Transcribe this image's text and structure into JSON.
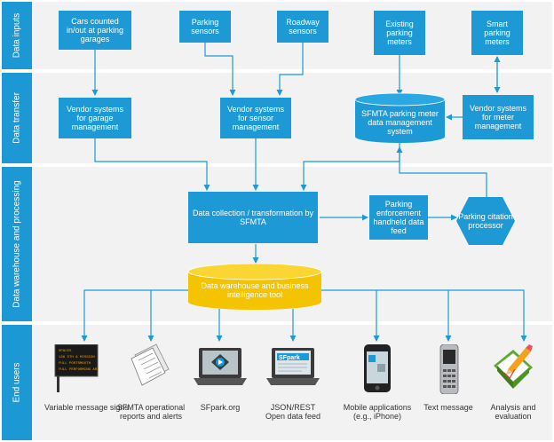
{
  "lanes": [
    {
      "label": "Data inputs"
    },
    {
      "label": "Data transfer"
    },
    {
      "label": "Data warehouse and processing"
    },
    {
      "label": "End users"
    }
  ],
  "inputs": {
    "cars_counted": "Cars counted in/out at parking garages",
    "parking_sensors": "Parking sensors",
    "roadway_sensors": "Roadway sensors",
    "existing_meters": "Existing parking meters",
    "smart_meters": "Smart parking meters"
  },
  "transfer": {
    "garage_mgmt": "Vendor systems for garage management",
    "sensor_mgmt": "Vendor systems for sensor management",
    "meter_data_system": "SFMTA parking meter data management system",
    "meter_mgmt": "Vendor systems for meter management"
  },
  "processing": {
    "collection": "Data collection / transformation by SFMTA",
    "enforcement": "Parking enforcement handheld data feed",
    "citation": "Parking citation processor",
    "warehouse": "Data warehouse and business intelligence tool"
  },
  "end_users": [
    {
      "label": "Variable message signs",
      "icon": "message-sign-icon"
    },
    {
      "label": "SFMTA operational reports and alerts",
      "icon": "report-icon"
    },
    {
      "label": "SFpark.org",
      "icon": "laptop-icon"
    },
    {
      "label": "JSON/REST Open data feed",
      "icon": "laptop-sfpark-icon"
    },
    {
      "label": "Mobile applications (e.g., iPhone)",
      "icon": "smartphone-icon"
    },
    {
      "label": "Text message",
      "icon": "cellphone-icon"
    },
    {
      "label": "Analysis and evaluation",
      "icon": "pencil-paper-icon"
    }
  ],
  "sign_text": [
    "SPACES",
    "136  5TH & MISSION",
    "FULL  PORTSMOUTH",
    "FULL  PERFORMING ART"
  ],
  "sfpark_logo": "SFpark",
  "colors": {
    "box": "#1d9ad6",
    "label_bar": "#1c99d4",
    "lane": "#f2f2f3",
    "warehouse": "#f5c400",
    "arrow": "#1d9ad6"
  }
}
